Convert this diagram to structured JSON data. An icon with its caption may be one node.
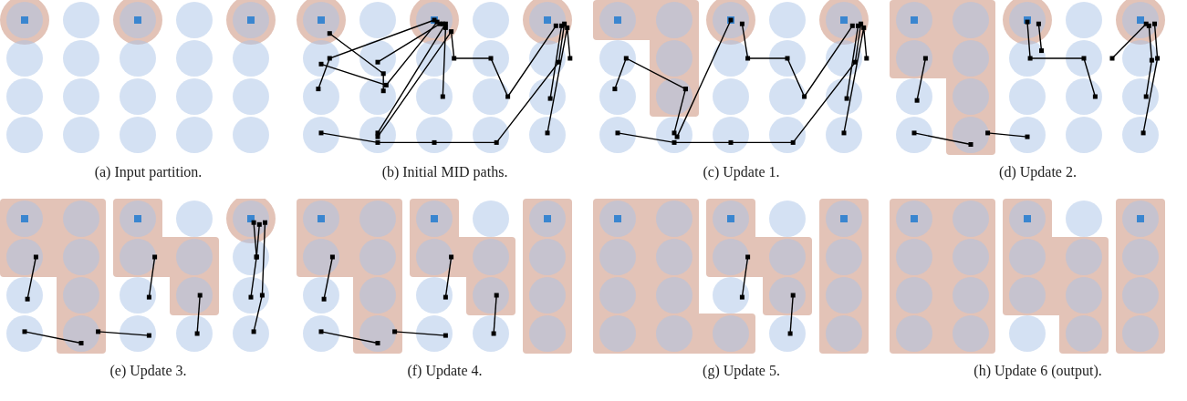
{
  "diagram": {
    "labels": [
      "(a) Input partition.",
      "(b) Initial MID paths.",
      "(c) Update 1.",
      "(d) Update 2.",
      "(e) Update 3.",
      "(f) Update 4.",
      "(g) Update 5.",
      "(h) Update 6 (output)."
    ]
  }
}
